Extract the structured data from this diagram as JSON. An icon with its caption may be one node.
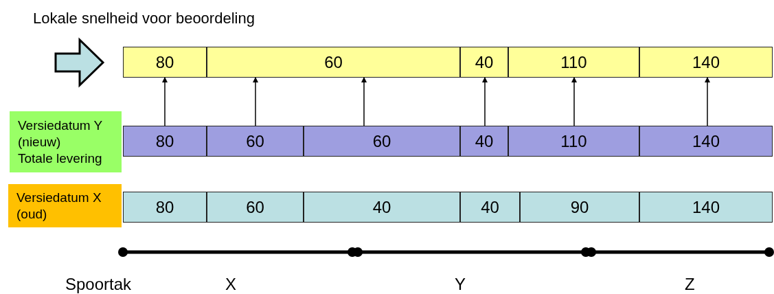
{
  "diagram": {
    "title": "Lokale snelheid voor beoordeling",
    "nodes": [
      {
        "text": [
          "80"
        ]
      },
      {
        "text": [
          "60"
        ]
      },
      {
        "text": [
          "40"
        ]
      },
      {
        "text": [
          "110"
        ]
      },
      {
        "text": [
          "140"
        ]
      },
      {
        "text": [
          "80"
        ]
      },
      {
        "text": [
          "60"
        ]
      },
      {
        "text": [
          "60"
        ]
      },
      {
        "text": [
          "40"
        ]
      },
      {
        "text": [
          "110"
        ]
      },
      {
        "text": [
          "140"
        ]
      },
      {
        "text": [
          "80"
        ]
      },
      {
        "text": [
          "60"
        ]
      },
      {
        "text": [
          "40"
        ]
      },
      {
        "text": [
          "40"
        ]
      },
      {
        "text": [
          "90"
        ]
      },
      {
        "text": [
          "140"
        ]
      },
      {
        "text": [
          "Versiedatum Y (nieuw)",
          "Totale levering"
        ]
      },
      {
        "text": [
          "Versiedatum X (oud)"
        ]
      }
    ],
    "edges": [
      {
        "from": 5,
        "to": 0,
        "arrow": "to"
      },
      {
        "from": 6,
        "to": 1,
        "arrow": "to"
      },
      {
        "from": 7,
        "to": 1,
        "arrow": "to"
      },
      {
        "from": 8,
        "to": 2,
        "arrow": "to"
      },
      {
        "from": 9,
        "to": 3,
        "arrow": "to"
      },
      {
        "from": 10,
        "to": 4,
        "arrow": "to"
      }
    ],
    "labels": [
      "Spoortak",
      "X",
      "Y",
      "Z"
    ]
  }
}
